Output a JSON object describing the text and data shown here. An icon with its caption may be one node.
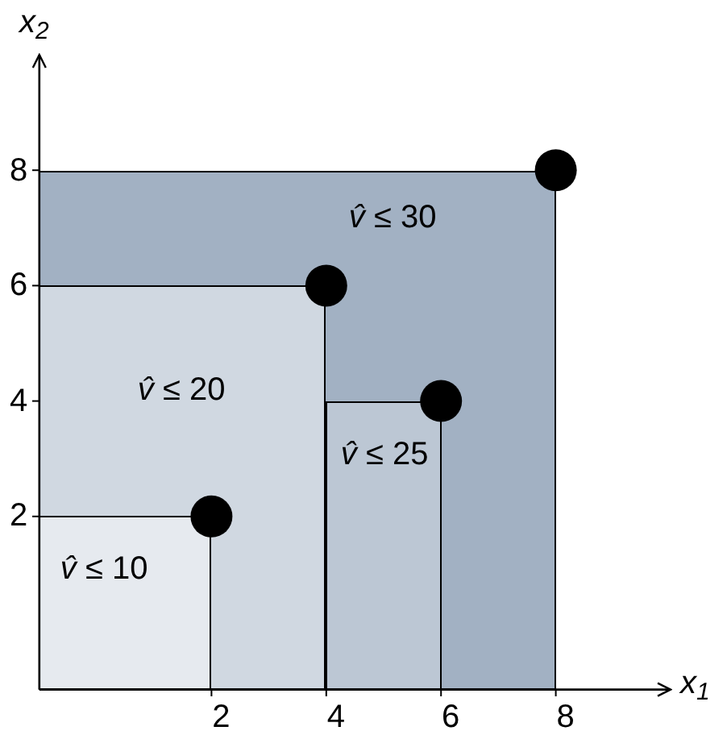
{
  "diagram": {
    "nodes": [
      {
        "text": [
          "*v̂* ≤ 30"
        ]
      },
      {
        "text": [
          "*v̂* ≤ 20"
        ],
        "in": 0
      },
      {
        "text": [
          "*v̂* ≤ 10"
        ],
        "in": 1
      },
      {
        "text": [
          "*v̂* ≤ 25"
        ],
        "in": 0
      }
    ],
    "chart_data": {
      "type": "scatter",
      "xlabel": "x$_{1}$",
      "ylabel": "x$_{2}$",
      "x": [
        2,
        4,
        6,
        8
      ],
      "values": [
        2,
        6,
        4,
        8
      ],
      "xlim": [
        -1,
        10
      ],
      "ylim": [
        -1,
        10
      ],
      "xticks": [
        2,
        4,
        6,
        8
      ],
      "yticks": [
        2,
        4,
        6,
        8
      ]
    }
  }
}
